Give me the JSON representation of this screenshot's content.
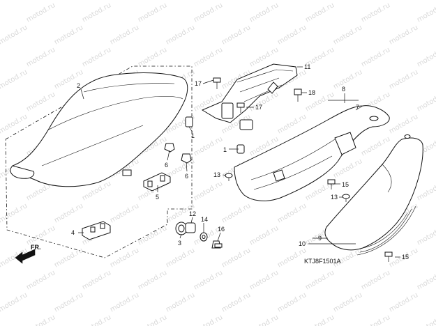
{
  "watermark": {
    "text": "motod.ru"
  },
  "diagram": {
    "code": "KTJ8F1501A",
    "direction_label": "FR.",
    "callouts": {
      "c1a": "1",
      "c1b": "1",
      "c2": "2",
      "c3": "3",
      "c4": "4",
      "c5": "5",
      "c6a": "6",
      "c6b": "6",
      "c7": "7",
      "c8": "8",
      "c9": "9",
      "c10": "10",
      "c11": "11",
      "c12": "12",
      "c13a": "13",
      "c13b": "13",
      "c14": "14",
      "c15a": "15",
      "c15b": "15",
      "c16": "16",
      "c17a": "17",
      "c17b": "17",
      "c18": "18"
    }
  }
}
